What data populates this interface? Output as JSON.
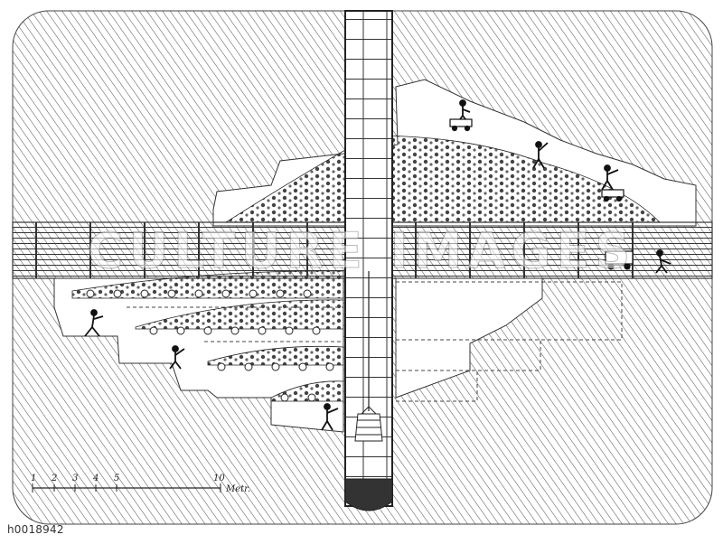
{
  "illustration": {
    "colors": {
      "ink": "#222222",
      "paper": "#ffffff",
      "rock_hatch": "#555555"
    },
    "scale_bar": {
      "ticks": [
        "1",
        "2",
        "3",
        "4",
        "5",
        "10"
      ],
      "unit": "Metr."
    },
    "image_id": "h0018942",
    "watermark": "CULTURE IMAGES"
  }
}
